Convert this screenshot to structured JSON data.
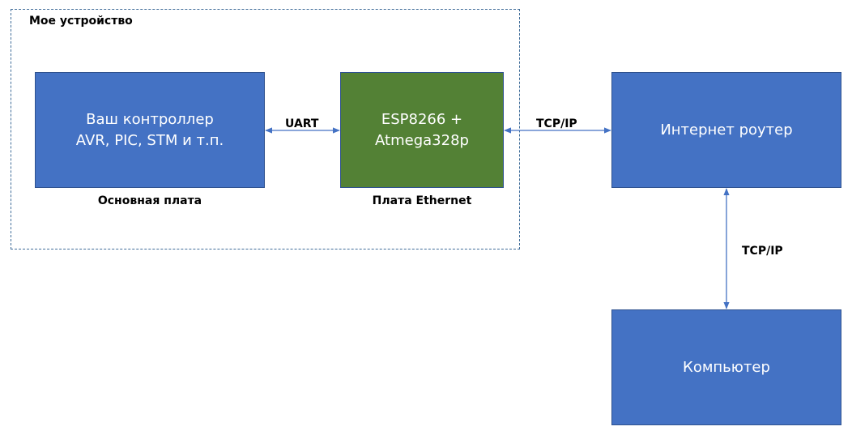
{
  "colors": {
    "box_blue": "#4472c4",
    "box_green": "#538135",
    "arrow": "#4472c4",
    "group_border": "#3f6c99"
  },
  "group": {
    "title": "Мое устройство"
  },
  "nodes": {
    "controller": {
      "label": "Ваш контроллер\nAVR, PIC, STM и т.п.",
      "caption": "Основная плата"
    },
    "esp": {
      "label": "ESP8266 +\nAtmega328p",
      "caption": "Плата Ethernet"
    },
    "router": {
      "label": "Интернет роутер"
    },
    "computer": {
      "label": "Компьютер"
    }
  },
  "links": {
    "controller_esp": "UART",
    "esp_router": "TCP/IP",
    "router_computer": "TCP/IP"
  }
}
